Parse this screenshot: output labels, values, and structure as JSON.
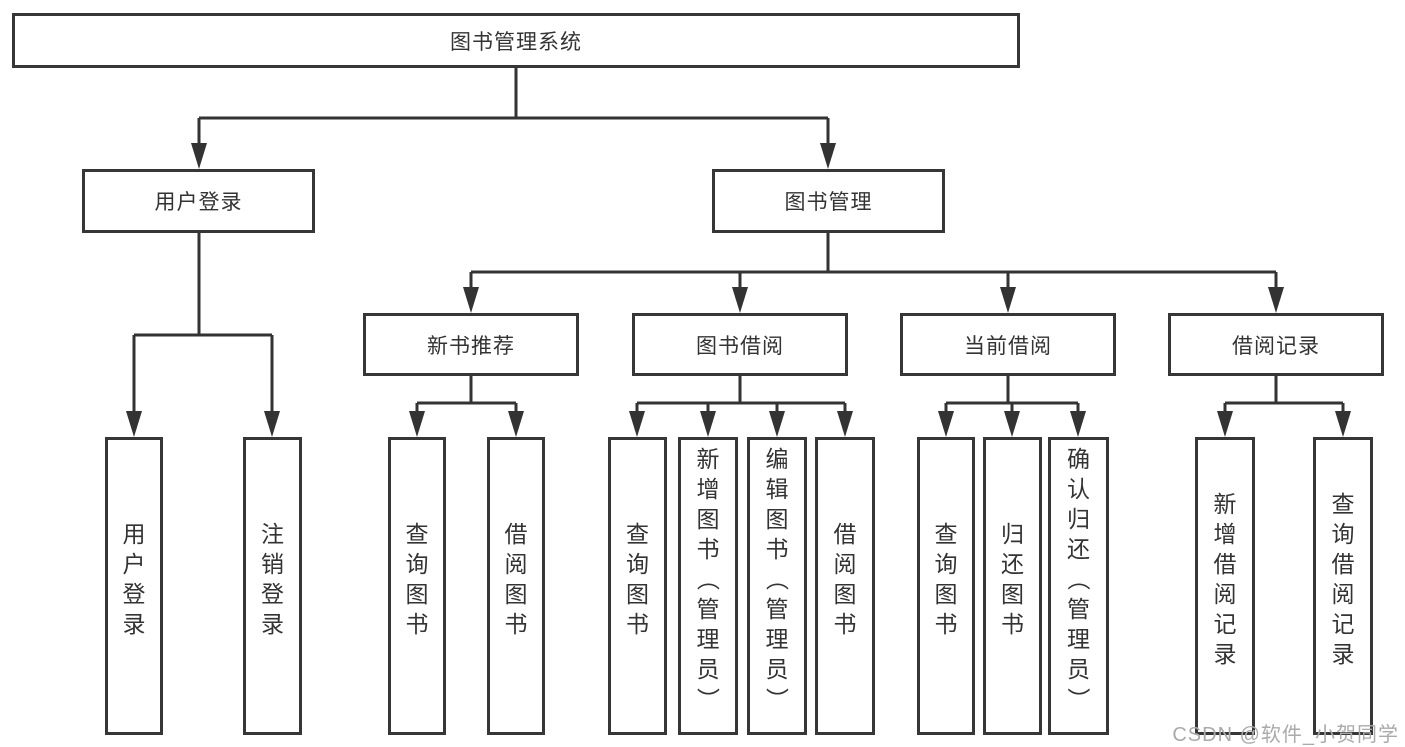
{
  "tree": {
    "root": {
      "label": "图书管理系统"
    },
    "branches": [
      {
        "label": "用户登录",
        "children": [
          {
            "label": "用户登录"
          },
          {
            "label": "注销登录"
          }
        ]
      },
      {
        "label": "图书管理",
        "children": [
          {
            "label": "新书推荐",
            "children": [
              {
                "label": "查询图书"
              },
              {
                "label": "借阅图书"
              }
            ]
          },
          {
            "label": "图书借阅",
            "children": [
              {
                "label": "查询图书"
              },
              {
                "label": "新增图书（管理员）"
              },
              {
                "label": "编辑图书（管理员）"
              },
              {
                "label": "借阅图书"
              }
            ]
          },
          {
            "label": "当前借阅",
            "children": [
              {
                "label": "查询图书"
              },
              {
                "label": "归还图书"
              },
              {
                "label": "确认归还（管理员）"
              }
            ]
          },
          {
            "label": "借阅记录",
            "children": [
              {
                "label": "新增借阅记录"
              },
              {
                "label": "查询借阅记录"
              }
            ]
          }
        ]
      }
    ]
  },
  "watermark": "CSDN @软件_小贺同学",
  "colors": {
    "line": "#333333",
    "box_border": "#363636",
    "text": "#333333",
    "watermark": "#aaaaaa",
    "background": "#ffffff"
  }
}
